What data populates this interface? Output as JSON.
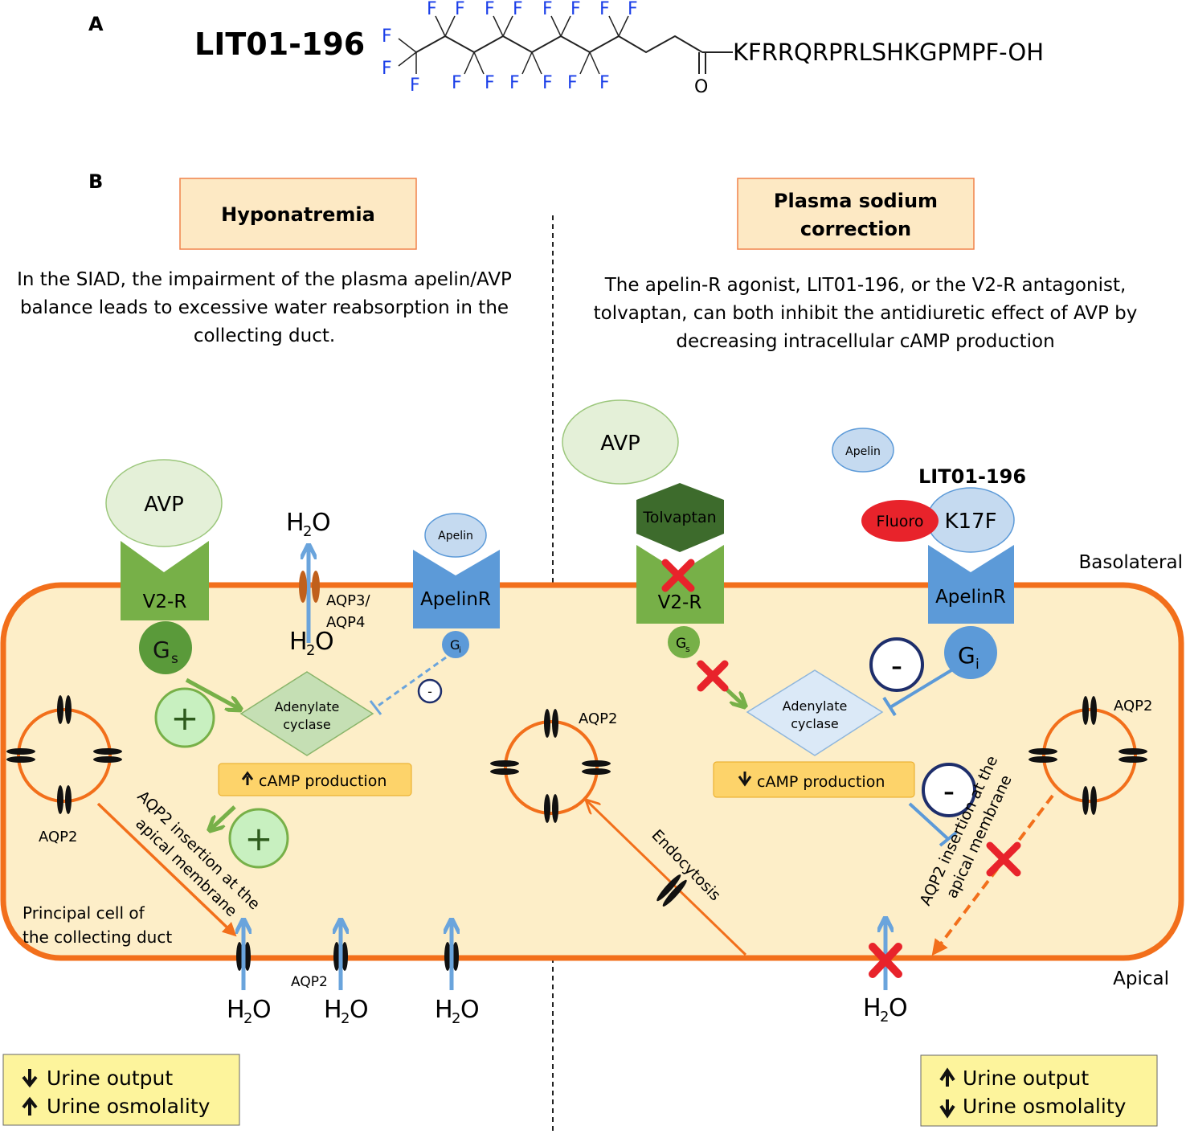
{
  "panelA": {
    "label": "A",
    "compound_name": "LIT01-196",
    "fluorine": "F",
    "peptide": "KFRRQRPRLSHKGPMPF-OH",
    "oxygen": "O"
  },
  "panelB": {
    "label": "B",
    "left": {
      "title": "Hyponatremia",
      "description": [
        "In the SIAD, the impairment of the plasma apelin/AVP",
        "balance leads to excessive water reabsorption in the",
        "collecting duct."
      ],
      "avp": "AVP",
      "v2r": "V2-R",
      "gs": "G",
      "gs_sub": "s",
      "water_top": "H",
      "water_sub": "2",
      "water_o": "O",
      "aqp34_line1": "AQP3/",
      "aqp34_line2": "AQP4",
      "apelin": "Apelin",
      "apelinr": "ApelinR",
      "gi": "G",
      "gi_sub": "i",
      "minus": "-",
      "plus": "+",
      "adenylate_line1": "Adenylate",
      "adenylate_line2": "cyclase",
      "camp": "cAMP production",
      "aqp2": "AQP2",
      "insertion_line1": "AQP2 insertion at the",
      "insertion_line2": "apical membrane",
      "cell_line1": "Principal cell of",
      "cell_line2": "the collecting duct",
      "outcome_line1": "Urine output",
      "outcome_line2": "Urine osmolality"
    },
    "right": {
      "title_line1": "Plasma sodium",
      "title_line2": "correction",
      "description": [
        "The apelin-R agonist, LIT01-196, or the V2-R antagonist,",
        "tolvaptan, can both inhibit the antidiuretic effect of AVP by",
        "decreasing intracellular cAMP production"
      ],
      "avp": "AVP",
      "apelin": "Apelin",
      "lit": "LIT01-196",
      "tolvaptan": "Tolvaptan",
      "v2r": "V2-R",
      "fluoro": "Fluoro",
      "k17f": "K17F",
      "apelinr": "ApelinR",
      "basolateral": "Basolateral",
      "apical": "Apical",
      "gs": "G",
      "gs_sub": "s",
      "gi": "G",
      "gi_sub": "i",
      "minus": "-",
      "adenylate_line1": "Adenylate",
      "adenylate_line2": "cyclase",
      "camp": "cAMP production",
      "aqp2": "AQP2",
      "endocytosis": "Endocytosis",
      "insertion_line1": "AQP2 insertion at the",
      "insertion_line2": "apical membrane",
      "outcome_line1": "Urine output",
      "outcome_line2": "Urine osmolality"
    }
  },
  "colors": {
    "membrane": "#f26f1b",
    "cytoplasm": "#fdeec8",
    "v2r_green": "#77b048",
    "apelinr_blue": "#5c9ad8",
    "water_blue": "#6aa4dc",
    "tolvaptan_green": "#3d6b2c",
    "fluoro_red": "#e8232b",
    "fluorine_blue": "#1a3ee8",
    "box_fill": "#fde9c4",
    "box_border": "#f0824a",
    "outcome_fill": "#fdf49c"
  }
}
